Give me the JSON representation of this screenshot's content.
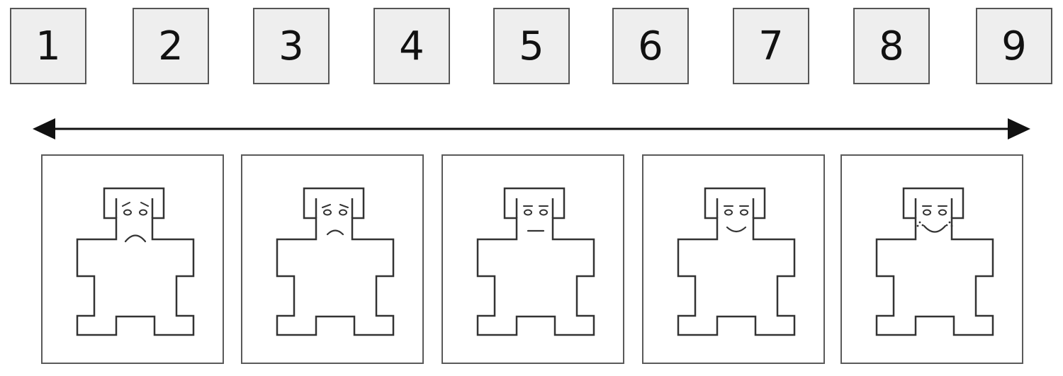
{
  "scale": {
    "options": [
      "1",
      "2",
      "3",
      "4",
      "5",
      "6",
      "7",
      "8",
      "9"
    ]
  },
  "figures": [
    {
      "expression": "very-unhappy"
    },
    {
      "expression": "unhappy"
    },
    {
      "expression": "neutral"
    },
    {
      "expression": "happy"
    },
    {
      "expression": "very-happy"
    }
  ],
  "colors": {
    "button_fill": "#eeeeee",
    "button_border": "#555555",
    "line": "#111111",
    "figure_stroke": "#333333"
  }
}
